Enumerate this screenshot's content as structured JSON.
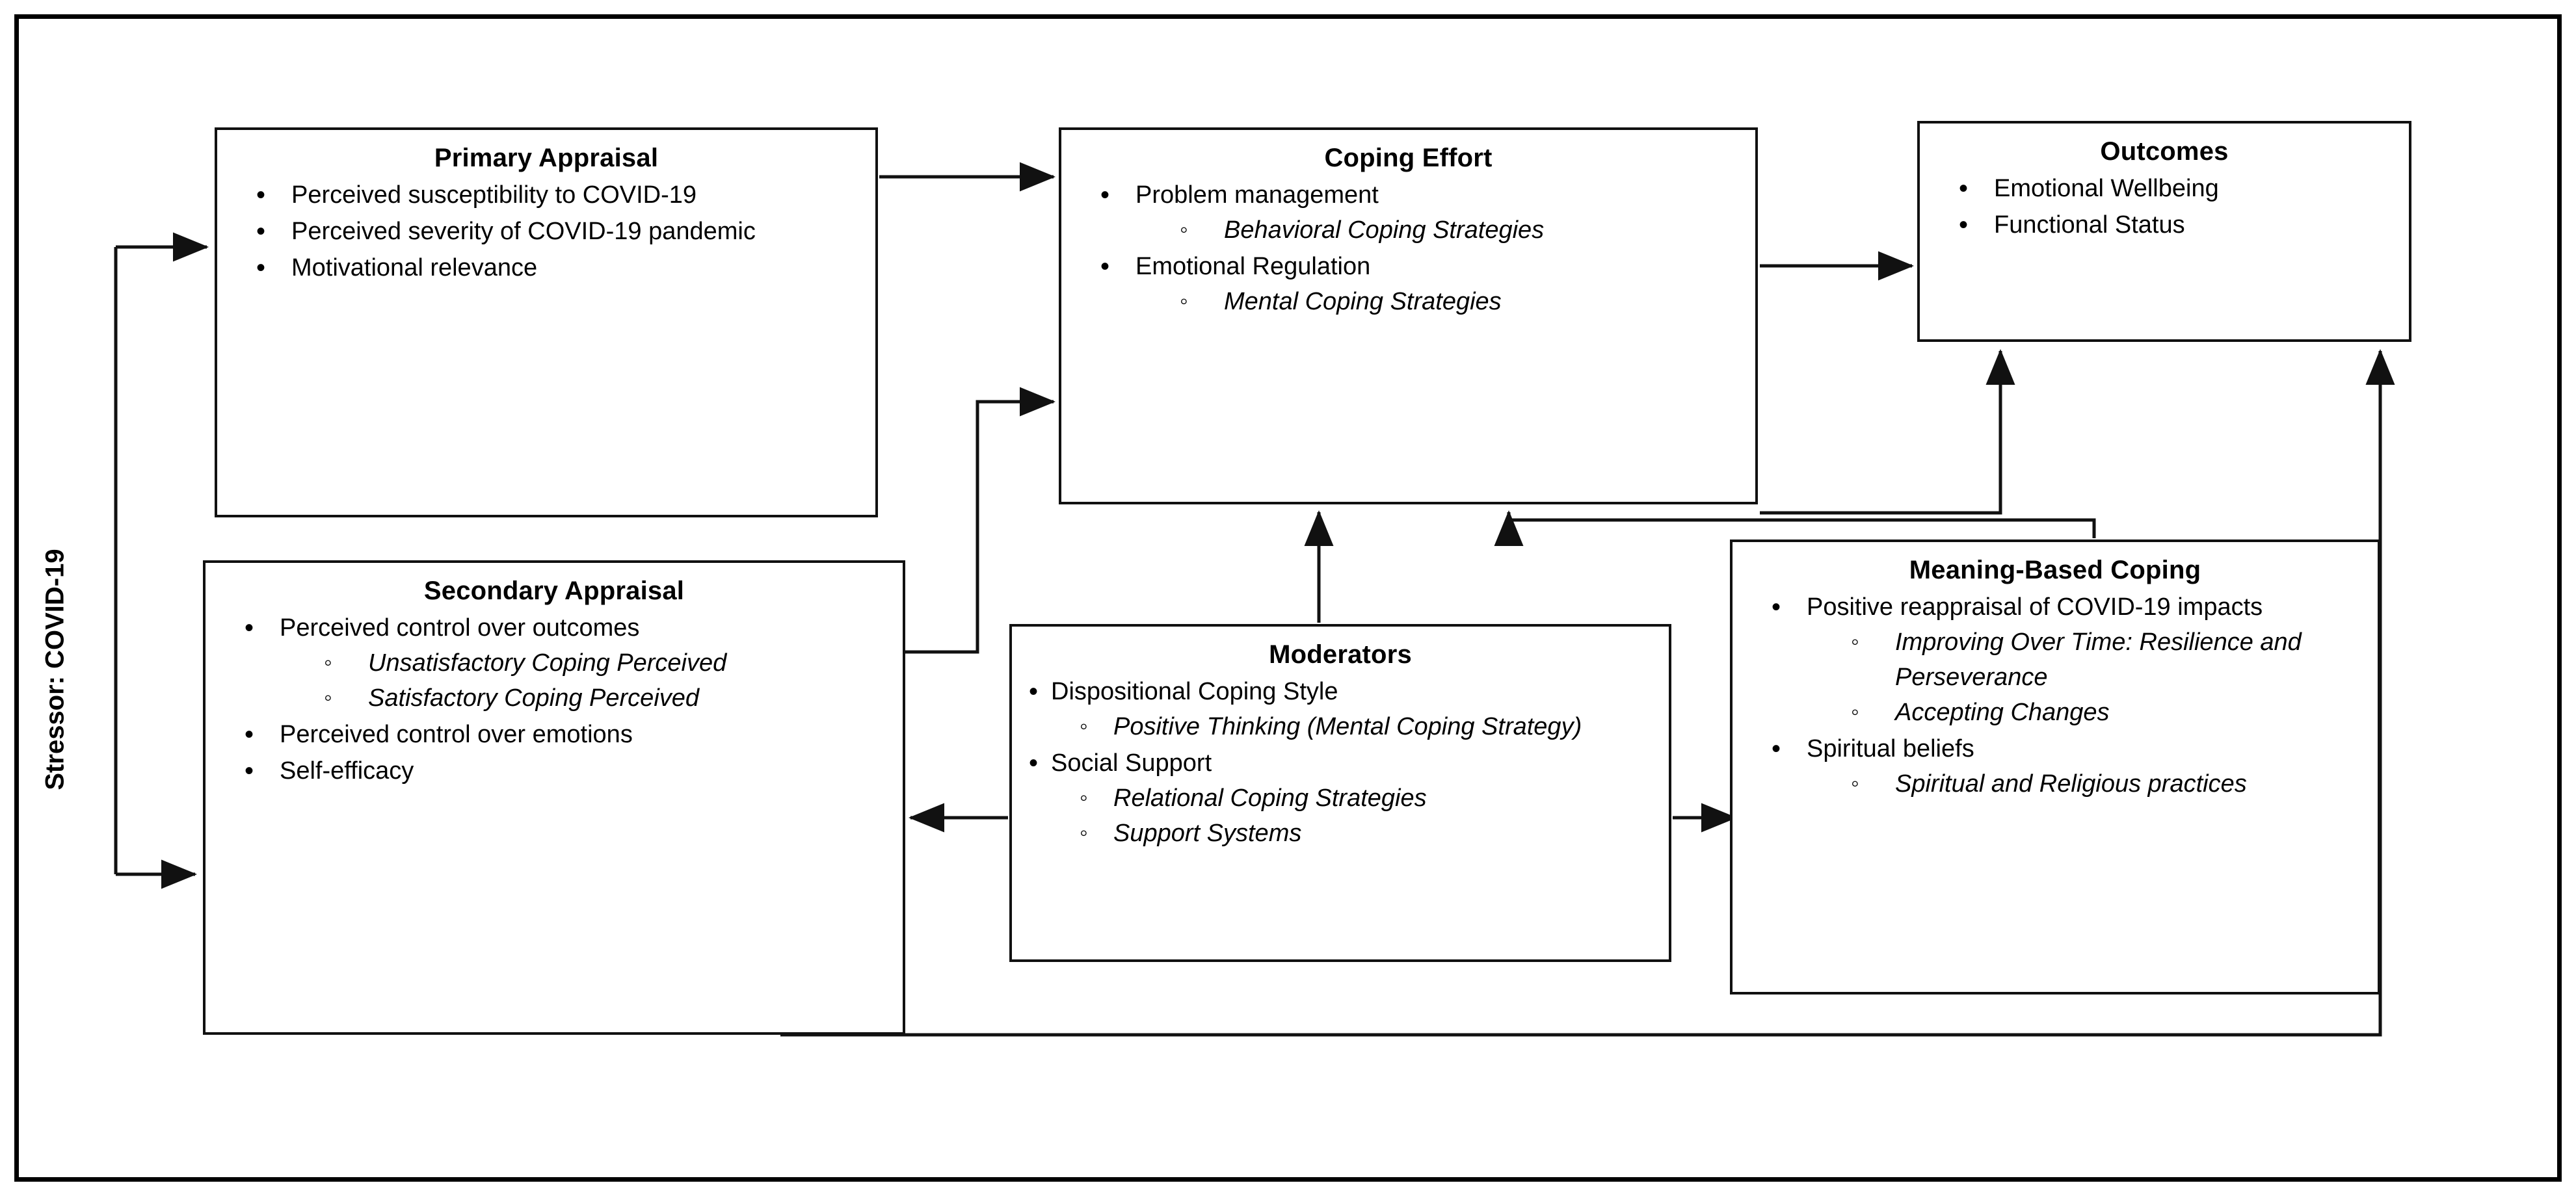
{
  "diagram": {
    "stressor_label": "Stressor: COVID-19",
    "nodes": {
      "primary_appraisal": {
        "title": "Primary Appraisal",
        "items": [
          {
            "text": "Perceived susceptibility to COVID-19",
            "sub": []
          },
          {
            "text": "Perceived severity of COVID-19 pandemic",
            "sub": []
          },
          {
            "text": "Motivational relevance",
            "sub": []
          }
        ]
      },
      "coping_effort": {
        "title": "Coping Effort",
        "items": [
          {
            "text": "Problem management",
            "sub": [
              "Behavioral Coping Strategies"
            ]
          },
          {
            "text": "Emotional Regulation",
            "sub": [
              "Mental Coping Strategies"
            ]
          }
        ]
      },
      "outcomes": {
        "title": "Outcomes",
        "items": [
          {
            "text": "Emotional Wellbeing",
            "sub": []
          },
          {
            "text": "Functional Status",
            "sub": []
          }
        ]
      },
      "secondary_appraisal": {
        "title": "Secondary Appraisal",
        "items": [
          {
            "text": "Perceived control over outcomes",
            "sub": [
              "Unsatisfactory Coping Perceived",
              "Satisfactory Coping Perceived"
            ]
          },
          {
            "text": "Perceived control over emotions",
            "sub": []
          },
          {
            "text": "Self-efficacy",
            "sub": []
          }
        ]
      },
      "moderators": {
        "title": "Moderators",
        "items": [
          {
            "text": "Dispositional Coping Style",
            "sub": [
              "Positive Thinking (Mental Coping Strategy)"
            ]
          },
          {
            "text": "Social Support",
            "sub": [
              "Relational Coping Strategies",
              "Support Systems"
            ]
          }
        ]
      },
      "meaning_based_coping": {
        "title": "Meaning-Based Coping",
        "items": [
          {
            "text": "Positive reappraisal of COVID-19 impacts",
            "sub": [
              "Improving Over Time: Resilience and Perseverance",
              "Accepting Changes"
            ]
          },
          {
            "text": "Spiritual beliefs",
            "sub": [
              "Spiritual and Religious practices"
            ]
          }
        ]
      }
    },
    "connectors": [
      {
        "from": "stressor",
        "to": "primary_appraisal",
        "style": "arrow"
      },
      {
        "from": "stressor",
        "to": "secondary_appraisal",
        "style": "arrow"
      },
      {
        "from": "primary_appraisal",
        "to": "coping_effort",
        "style": "arrow"
      },
      {
        "from": "secondary_appraisal",
        "to": "coping_effort",
        "style": "elbow-arrow"
      },
      {
        "from": "coping_effort",
        "to": "outcomes",
        "style": "arrow"
      },
      {
        "from": "moderators",
        "to": "coping_effort",
        "style": "arrow-up"
      },
      {
        "from": "moderators",
        "to": "secondary_appraisal",
        "style": "arrow-left"
      },
      {
        "from": "moderators",
        "to": "meaning_based_coping",
        "style": "arrow-right"
      },
      {
        "from": "meaning_based_coping",
        "to": "coping_effort",
        "style": "elbow-arrow-up"
      },
      {
        "from": "meaning_based_coping",
        "to": "outcomes",
        "style": "elbow-arrow-up"
      },
      {
        "from": "secondary_appraisal",
        "to": "outcomes",
        "style": "elbow-arrow-up-long"
      }
    ],
    "colors": {
      "stroke": "#111111",
      "background": "#ffffff",
      "frame": "#000000"
    }
  }
}
